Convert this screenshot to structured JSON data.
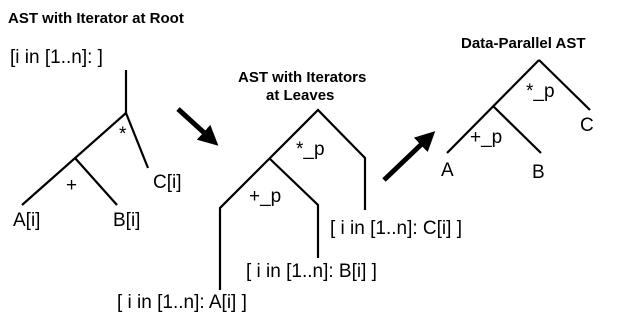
{
  "titles": {
    "root": "AST with Iterator at Root",
    "leaves_line1": "AST with Iterators",
    "leaves_line2": "at Leaves",
    "parallel": "Data-Parallel AST"
  },
  "tree_root": {
    "iterator": "[i in [1..n]:    ]",
    "mul": "*",
    "add": "+",
    "a": "A[i]",
    "b": "B[i]",
    "c": "C[i]"
  },
  "tree_leaves": {
    "mul": "*_p",
    "add": "+_p",
    "iter_a": "[ i in [1..n]: A[i] ]",
    "iter_b": "[ i in [1..n]: B[i] ]",
    "iter_c": "[ i in [1..n]: C[i] ]"
  },
  "tree_parallel": {
    "mul": "*_p",
    "add": "+_p",
    "a": "A",
    "b": "B",
    "c": "C"
  }
}
